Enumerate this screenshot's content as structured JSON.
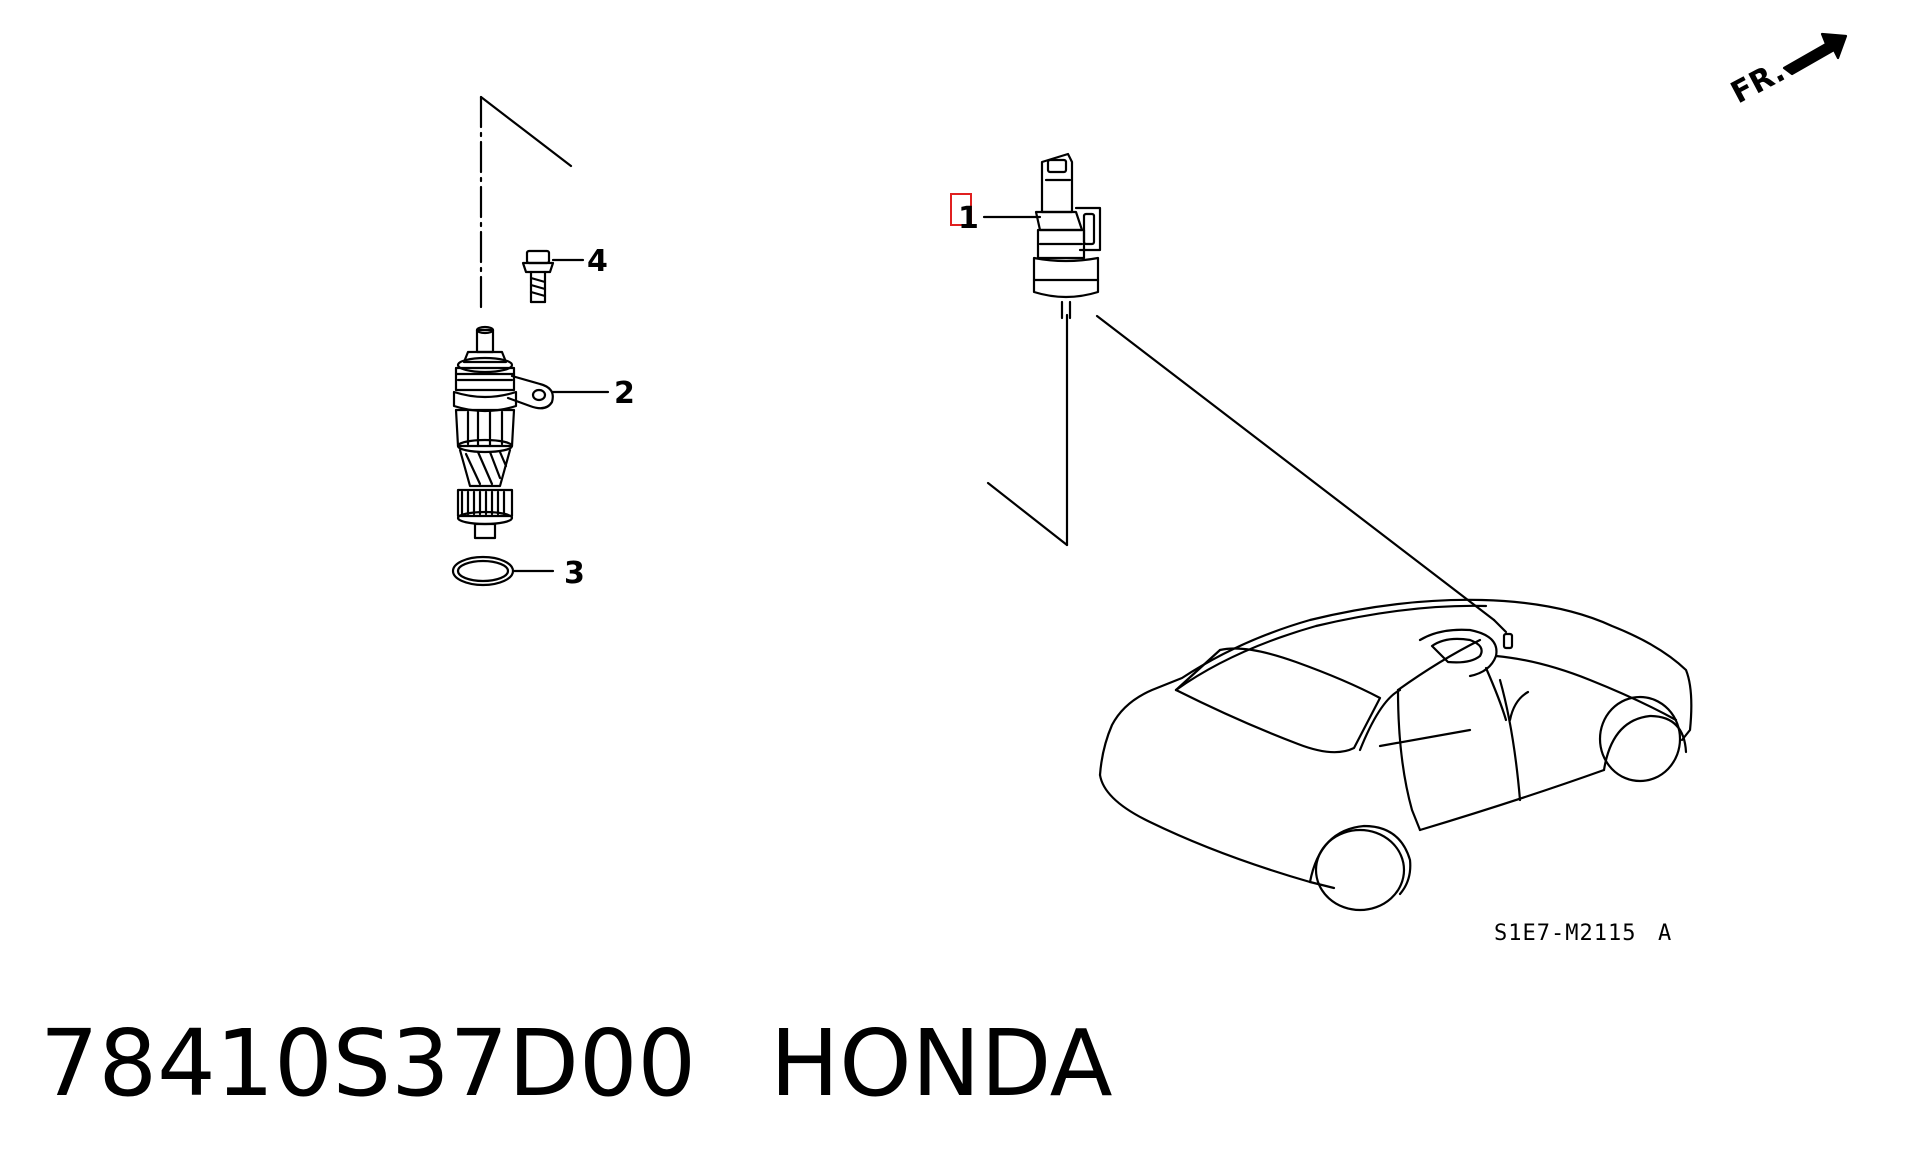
{
  "diagram": {
    "callouts": [
      {
        "id": "1",
        "label": "1"
      },
      {
        "id": "2",
        "label": "2"
      },
      {
        "id": "3",
        "label": "3"
      },
      {
        "id": "4",
        "label": "4"
      }
    ],
    "reference_code": "S1E7-M2115",
    "reference_suffix": "A",
    "direction_label": "FR."
  },
  "caption": {
    "part_number": "78410S37D00",
    "brand": "HONDA"
  },
  "colors": {
    "line": "#000000",
    "highlight": "#e02020",
    "background": "#ffffff"
  }
}
